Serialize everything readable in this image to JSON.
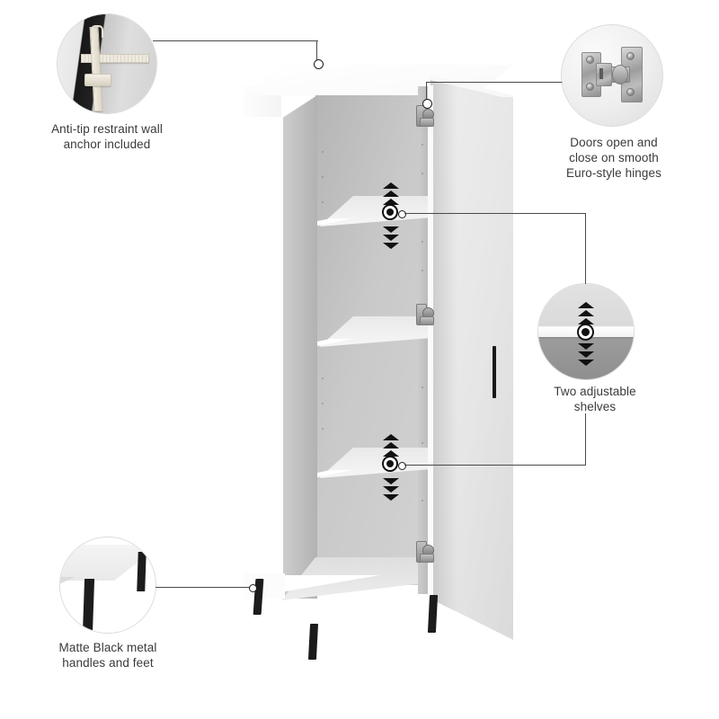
{
  "product": {
    "name": "white-narrow-storage-cabinet",
    "description": "Tall narrow white storage cabinet with open door, two adjustable shelves and matte black metal legs"
  },
  "callouts": [
    {
      "id": "anti-tip",
      "label": "Anti-tip restraint wall\nanchor included",
      "icon": "wall-anchor-strap-icon",
      "position": "top-left"
    },
    {
      "id": "hinges",
      "label": "Doors open and\nclose on smooth\nEuro-style hinges",
      "icon": "euro-hinge-icon",
      "position": "top-right"
    },
    {
      "id": "shelves",
      "label": "Two adjustable\nshelves",
      "icon": "adjustable-shelf-pin-icon",
      "position": "middle-right"
    },
    {
      "id": "feet",
      "label": "Matte Black metal\nhandles and feet",
      "icon": "black-metal-leg-icon",
      "position": "bottom-left"
    }
  ],
  "colors": {
    "background": "#ffffff",
    "text": "#3a3a3a",
    "line": "#4a4a4a",
    "matte_black": "#1c1c1c",
    "cabinet_white": "#ffffff",
    "interior_grey": "#c4c4c4"
  }
}
